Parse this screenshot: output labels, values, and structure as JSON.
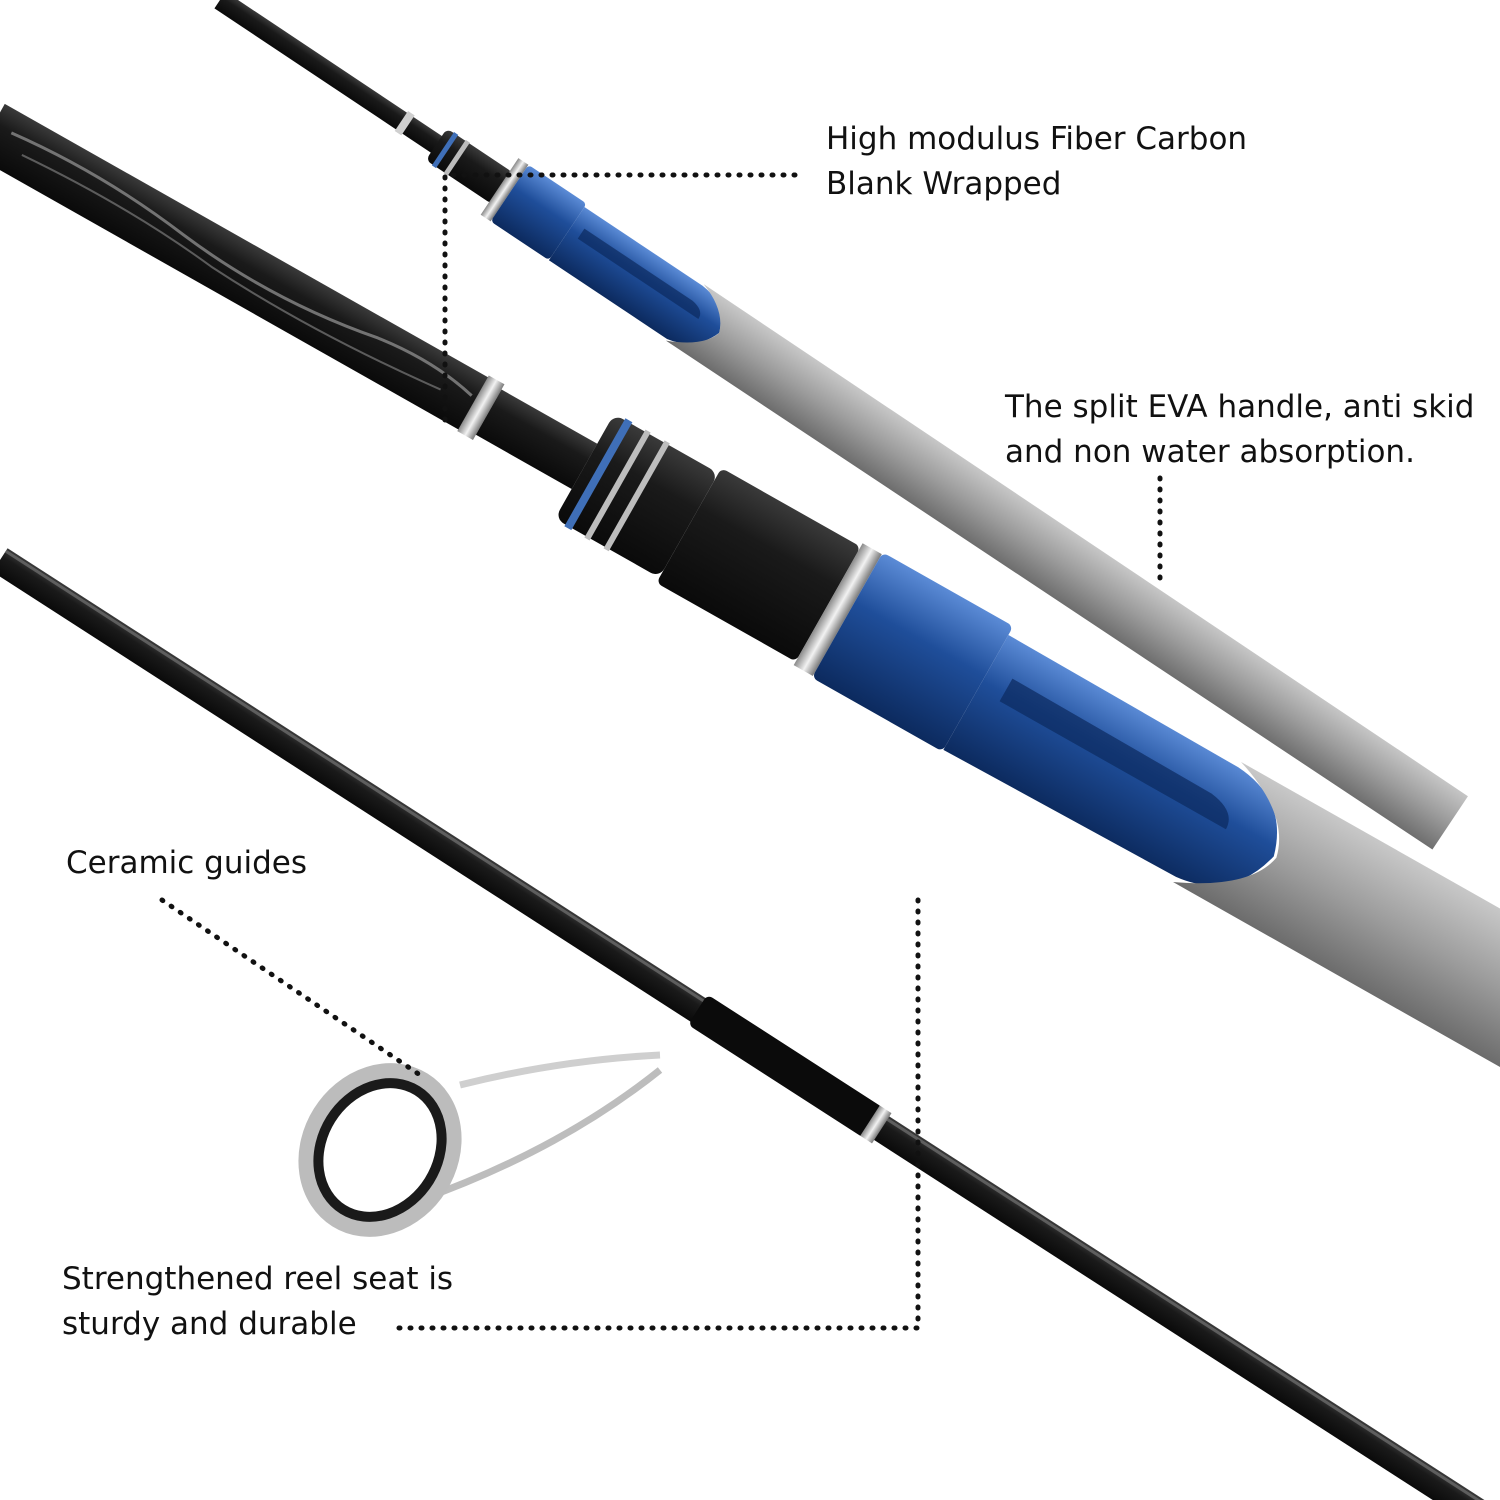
{
  "callouts": {
    "carbon": {
      "line1": "High modulus Fiber Carbon",
      "line2": "Blank Wrapped"
    },
    "handle": {
      "line1": "The split EVA handle,   anti skid",
      "line2": "and non water absorption."
    },
    "guides": {
      "line1": "Ceramic guides"
    },
    "seat": {
      "line1": "Strengthened reel seat is",
      "line2": "sturdy and durable"
    }
  },
  "colors": {
    "background": "#ffffff",
    "blank": "#141414",
    "reel_seat_blue": "#1f4e9a",
    "eva_grip": "#9a9a9a",
    "text": "#111111",
    "leader": "#111111"
  }
}
